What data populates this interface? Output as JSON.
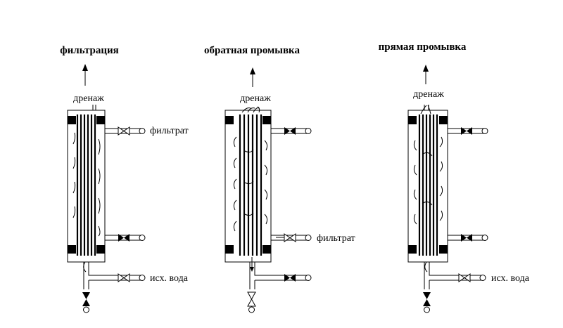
{
  "panels": [
    {
      "title": "фильтрация",
      "labels": {
        "top": "дренаж",
        "side": "фильтрат",
        "bottom": "исх. вода"
      },
      "valves": {
        "upper": "closed",
        "lower": "closed",
        "feed": "open",
        "drain": "closed"
      }
    },
    {
      "title": "обратная промывка",
      "labels": {
        "top": "дренаж",
        "side": "фильтрат",
        "bottom": ""
      },
      "valves": {
        "upper": "closed",
        "lower": "open",
        "feed": "closed",
        "drain": "open"
      }
    },
    {
      "title": "прямая промывка",
      "labels": {
        "top": "дренаж",
        "side": "",
        "bottom": "исх. вода"
      },
      "valves": {
        "upper": "closed",
        "lower": "closed",
        "feed": "open",
        "drain": "closed"
      }
    }
  ]
}
